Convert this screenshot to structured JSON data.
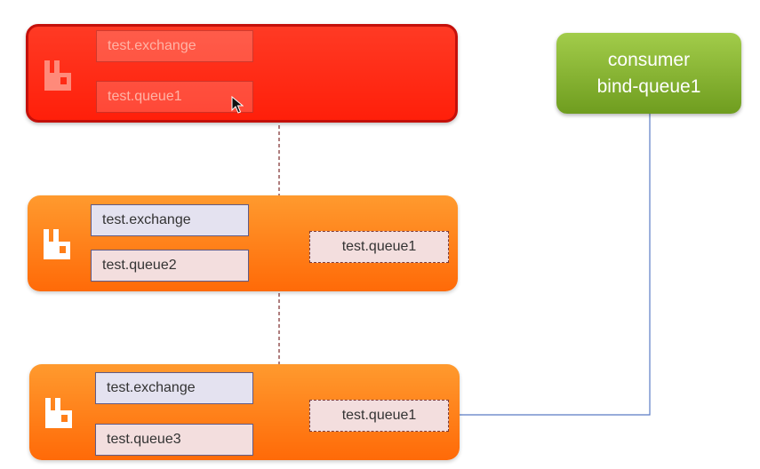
{
  "nodes": [
    {
      "exchange": "test.exchange",
      "queue": "test.queue1"
    },
    {
      "exchange": "test.exchange",
      "queue": "test.queue2",
      "mirror_queue": "test.queue1"
    },
    {
      "exchange": "test.exchange",
      "queue": "test.queue3",
      "mirror_queue": "test.queue1"
    }
  ],
  "consumer": {
    "line1": "consumer",
    "line2": "bind-queue1"
  },
  "colors": {
    "failed_node": "#ff2a14",
    "node": "#ff7a12",
    "consumer": "#8ab535",
    "mirror_link": "#7a2a2a",
    "consumer_link": "#5a7bc4"
  },
  "icons": {
    "node_logo": "rabbitmq-icon",
    "pointer": "mouse-cursor-icon"
  }
}
